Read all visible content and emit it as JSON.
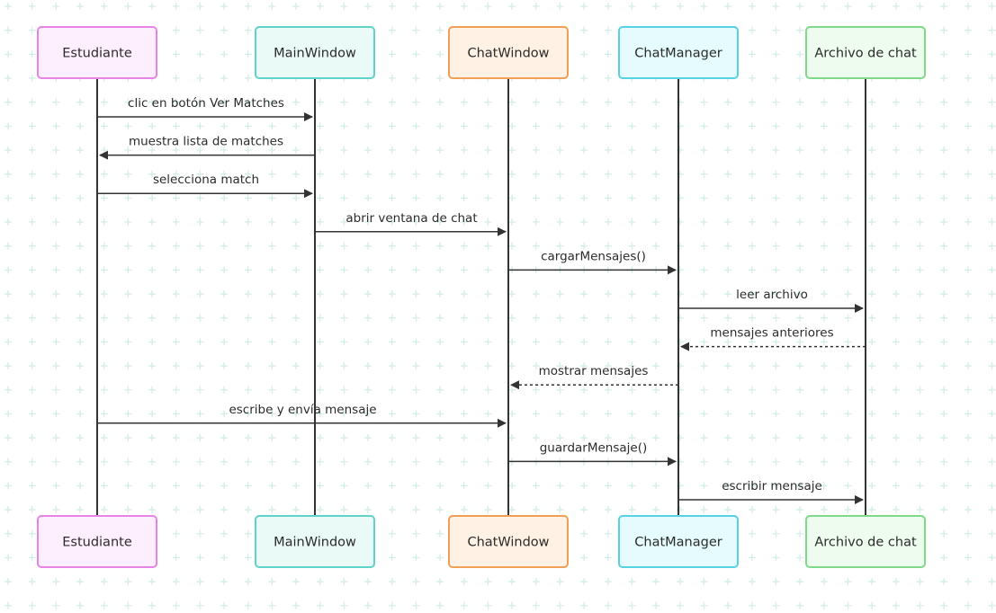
{
  "participants": [
    {
      "id": "estudiante",
      "label": "Estudiante",
      "border": "#e784e7",
      "fill": "#fdeffd"
    },
    {
      "id": "mainwindow",
      "label": "MainWindow",
      "border": "#5fd3c8",
      "fill": "#eafaf7"
    },
    {
      "id": "chatwindow",
      "label": "ChatWindow",
      "border": "#f0a055",
      "fill": "#fff1e4"
    },
    {
      "id": "chatmanager",
      "label": "ChatManager",
      "border": "#55d3e3",
      "fill": "#e6fbfd"
    },
    {
      "id": "archivo",
      "label": "Archivo de chat",
      "border": "#7ed98a",
      "fill": "#eefbef"
    }
  ],
  "messages": [
    {
      "from": 0,
      "to": 1,
      "label": "clic en botón Ver Matches",
      "style": "solid"
    },
    {
      "from": 1,
      "to": 0,
      "label": "muestra lista de matches",
      "style": "solid"
    },
    {
      "from": 0,
      "to": 1,
      "label": "selecciona match",
      "style": "solid"
    },
    {
      "from": 1,
      "to": 2,
      "label": "abrir ventana de chat",
      "style": "solid"
    },
    {
      "from": 2,
      "to": 3,
      "label": "cargarMensajes()",
      "style": "solid"
    },
    {
      "from": 3,
      "to": 4,
      "label": "leer archivo",
      "style": "solid"
    },
    {
      "from": 4,
      "to": 3,
      "label": "mensajes anteriores",
      "style": "dashed"
    },
    {
      "from": 3,
      "to": 2,
      "label": "mostrar mensajes",
      "style": "dashed"
    },
    {
      "from": 0,
      "to": 2,
      "label": "escribe y envía mensaje",
      "style": "solid"
    },
    {
      "from": 2,
      "to": 3,
      "label": "guardarMensaje()",
      "style": "solid"
    },
    {
      "from": 3,
      "to": 4,
      "label": "escribir mensaje",
      "style": "solid"
    }
  ],
  "colors": {
    "background": "#ffffff",
    "grid_plus": "#d3ede7",
    "line": "#333333",
    "text": "#2b2b2b"
  }
}
